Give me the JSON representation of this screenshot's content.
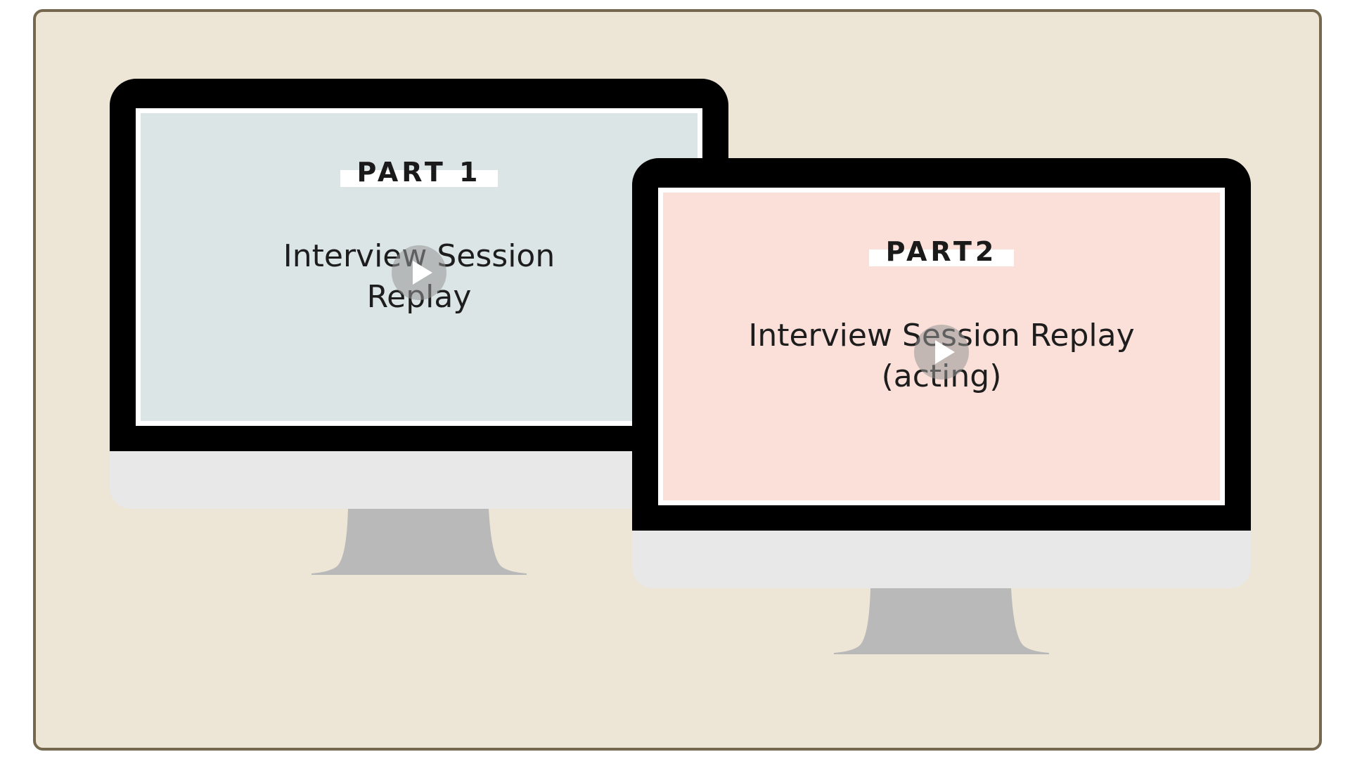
{
  "colors": {
    "frame_border": "#76674f",
    "frame_background": "#ede5d6",
    "bezel": "#000000",
    "chin": "#e8e8e8",
    "stand": "#b9b9b9",
    "screen1_background": "#dbe5e6",
    "screen2_background": "#fbe0d9"
  },
  "videos": [
    {
      "part_label": "PART 1",
      "title_lines": [
        "Interview Session",
        "Replay"
      ],
      "play_icon": "play-icon"
    },
    {
      "part_label": "PART2",
      "title_lines": [
        "Interview Session Replay",
        "(acting)"
      ],
      "play_icon": "play-icon"
    }
  ]
}
